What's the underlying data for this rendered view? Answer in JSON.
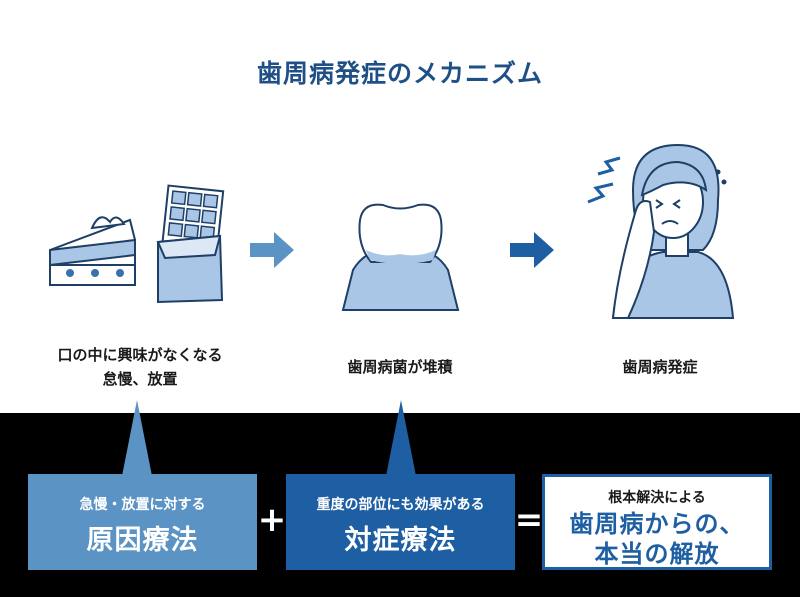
{
  "title": "歯周病発症のメカニズム",
  "steps": [
    {
      "caption_line1": "口の中に興味がなくなる",
      "caption_line2": "怠慢、放置"
    },
    {
      "caption_line1": "歯周病菌が堆積"
    },
    {
      "caption_line1": "歯周病発症"
    }
  ],
  "boxes": [
    {
      "sub": "急慢・放置に対する",
      "main": "原因療法"
    },
    {
      "sub": "重度の部位にも効果がある",
      "main": "対症療法"
    },
    {
      "sub": "根本解決による",
      "main_line1": "歯周病からの、",
      "main_line2": "本当の解放"
    }
  ],
  "operators": {
    "plus": "+",
    "equals": "="
  },
  "colors": {
    "title": "#1e4f86",
    "light_blue": "#5b93c4",
    "dark_blue": "#1e5ea2",
    "illustration_fill": "#a9c6e6",
    "background_bottom": "#000000"
  }
}
